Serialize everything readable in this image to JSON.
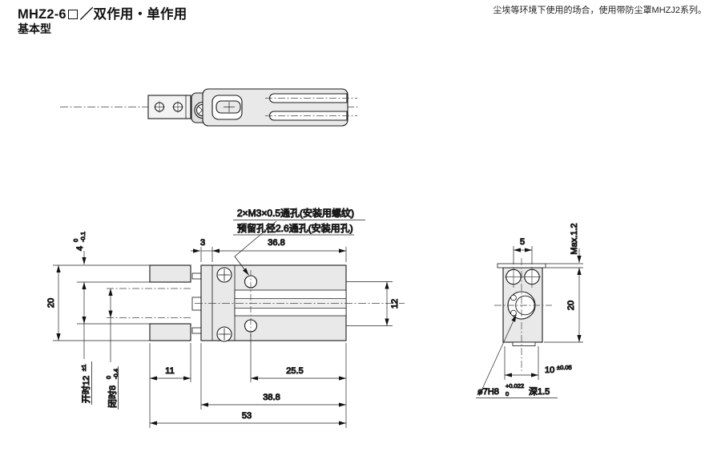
{
  "header": {
    "model": "MHZ2-6",
    "series_suffix": "／双作用・单作用",
    "subtitle": "基本型",
    "note": "尘埃等环境下使用的场合，使用带防尘罩MHZJ2系列。"
  },
  "callout": {
    "line1": "2×M3×0.5通孔(安装用螺纹)",
    "line2": "预留孔径2.6通孔(安装用孔)"
  },
  "front": {
    "dim_3": "3",
    "dim_36_8": "36.8",
    "dim_20": "20",
    "dim_12": "12",
    "dim_11": "11",
    "dim_25_5": "25.5",
    "dim_38_8": "38.8",
    "dim_53": "53",
    "finger_4": "4",
    "finger_4_tol_up": "0",
    "finger_4_tol_dn": "-0.1",
    "open_label": "开时12",
    "open_tol": "±1",
    "closed_label": "闭时8",
    "closed_tol_up": "0",
    "closed_tol_dn": "-0.4"
  },
  "side": {
    "dim_5": "5",
    "dim_max": "Max.1.2",
    "dim_20": "20",
    "dim_10": "10",
    "dim_10_tol": "±0.05",
    "bore": "ø7H8",
    "bore_tol_up": "+0.022",
    "bore_tol_dn": "0",
    "bore_depth": "深1.5"
  }
}
